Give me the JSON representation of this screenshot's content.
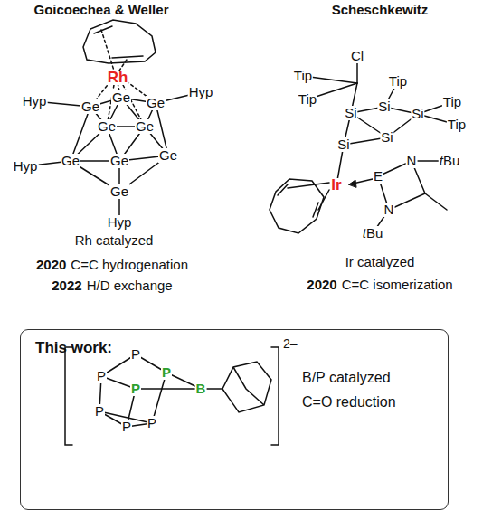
{
  "diagram": {
    "nodes": [
      {
        "text": [
          "This work:"
        ]
      }
    ],
    "labels": [
      "Goicoechea & Weller",
      "Scheschkewitz",
      "Rh",
      "Hyp",
      "Hyp",
      "Hyp",
      "Hyp",
      "Ge",
      "Ge",
      "Ge",
      "Ge",
      "Ge",
      "Ge",
      "Ge",
      "Ge",
      "Ge",
      "Rh catalyzed",
      "2020",
      "C=C hydrogenation",
      "2022",
      "H/D exchange",
      "Cl",
      "Tip",
      "Tip",
      "Tip",
      "Tip",
      "Tip",
      "Si",
      "Si",
      "Si",
      "Si",
      "Si",
      "Ir",
      "E",
      "N",
      "tBu",
      "N",
      "tBu",
      "Ir catalyzed",
      "2020",
      "C=C isomerization",
      "P",
      "P",
      "P",
      "P",
      "P",
      "P",
      "P",
      "B",
      "2–",
      "B/P catalyzed",
      "C=O reduction"
    ]
  }
}
